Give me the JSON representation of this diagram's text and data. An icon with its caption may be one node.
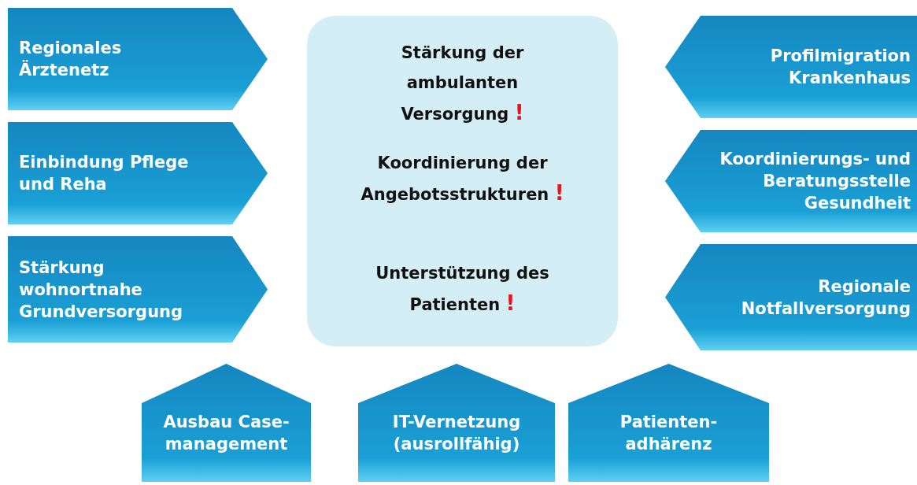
{
  "diagram": {
    "nodes": [
      {
        "text": [
          "Stärkung der ambulanten Versorgung !",
          "Koordinierung der Angebotsstrukturen !",
          "Unterstützung des Patienten !"
        ]
      },
      {
        "text": [
          "Regionales Ärztenetz"
        ]
      },
      {
        "text": [
          "Einbindung Pflege und Reha"
        ]
      },
      {
        "text": [
          "Stärkung wohnortnahe Grundversorgung"
        ]
      },
      {
        "text": [
          "Profilmigration Krankenhaus"
        ]
      },
      {
        "text": [
          "Koordinierungs- und Beratungsstelle Gesundheit"
        ]
      },
      {
        "text": [
          "Regionale Notfallversorgung"
        ]
      },
      {
        "text": [
          "Ausbau Case-management"
        ]
      },
      {
        "text": [
          "IT-Vernetzung (ausrollfähig)"
        ]
      },
      {
        "text": [
          "Patienten-adhärenz"
        ]
      }
    ],
    "edges": []
  }
}
